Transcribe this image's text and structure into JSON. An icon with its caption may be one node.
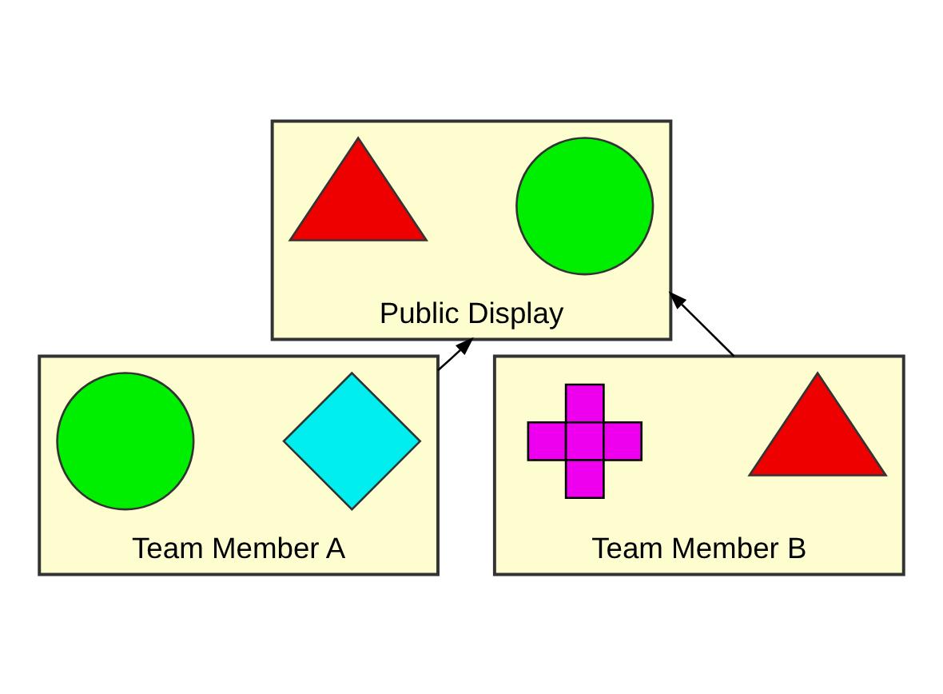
{
  "diagram": {
    "nodes": [
      {
        "text": [
          "Public Display"
        ]
      },
      {
        "text": [],
        "shape": "circle",
        "in": 0
      },
      {
        "text": [],
        "shape": "triangle",
        "in": 0
      },
      {
        "text": [
          "Team Member A"
        ]
      },
      {
        "text": [],
        "shape": "diamond",
        "in": 3
      },
      {
        "text": [],
        "shape": "circle",
        "in": 3
      },
      {
        "text": [
          "Team Member B"
        ]
      },
      {
        "text": [],
        "shape": "triangle",
        "in": 6
      },
      {
        "text": [],
        "shape": "cross",
        "in": 6
      }
    ],
    "edges": [
      {
        "from": 3,
        "to": 0,
        "arrow": "to"
      },
      {
        "from": 6,
        "to": 0,
        "arrow": "to"
      }
    ]
  }
}
